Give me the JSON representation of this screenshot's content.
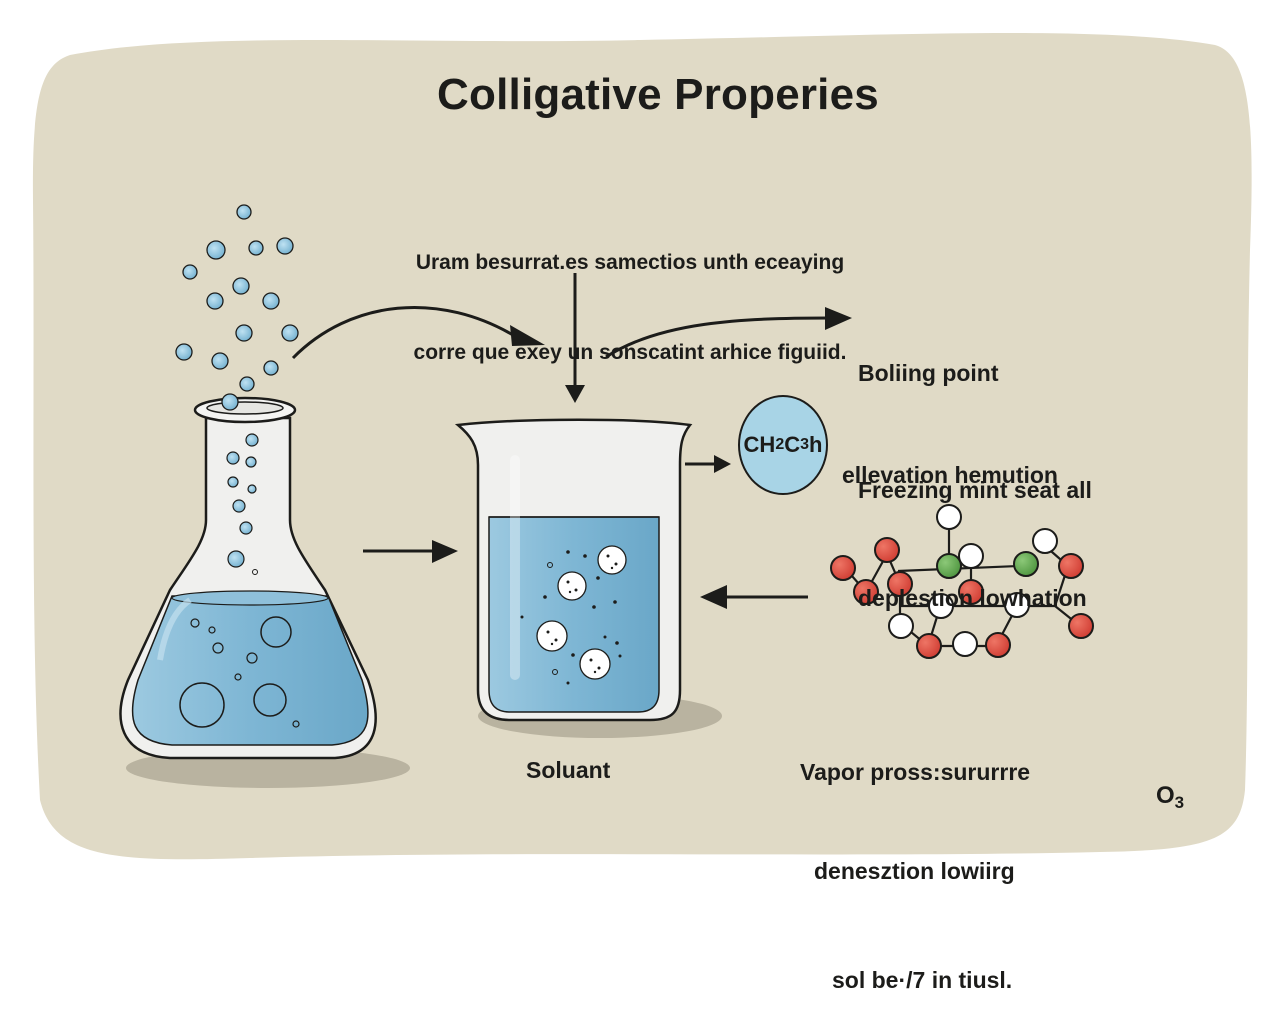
{
  "title": "Colligative Properies",
  "intro": {
    "line1": "Uram besurrat.es samectios unth eceaying",
    "line2": "corre que exey un sonscatint arhice figuiid."
  },
  "boiling": {
    "line1": "Boliing point",
    "line2": "ellevation hemution"
  },
  "freezing": {
    "line1": "Freezing mint seat all",
    "line2": "deplestion lowhation"
  },
  "vapor": {
    "line1": "Vapor pross:sururrre",
    "line2": "denesztion lowiirg",
    "line3": "sol be·/7 in tiusl."
  },
  "solvent_label": "Soluant",
  "formula": {
    "part1": "CH",
    "sub1": "2",
    "part2": "C",
    "sub2": "3",
    "part3": "h"
  },
  "corner_label": {
    "base": "O",
    "sub": "3"
  },
  "colors": {
    "background": "#ffffff",
    "board": "#e0dac6",
    "ink": "#1c1c1a",
    "liquid": "#7eb6d4",
    "liquid_light": "#a8d4e6",
    "glass": "#f0f0ee",
    "atom_red": "#d9453a",
    "atom_green": "#5a9e48",
    "atom_white": "#ffffff",
    "shadow": "#b9b3a0"
  },
  "icons": {
    "flask": "erlenmeyer-flask-icon",
    "beaker": "beaker-icon",
    "molecule": "molecule-icon",
    "bubbles": "bubble-icon",
    "arrows": "arrow-icon"
  }
}
